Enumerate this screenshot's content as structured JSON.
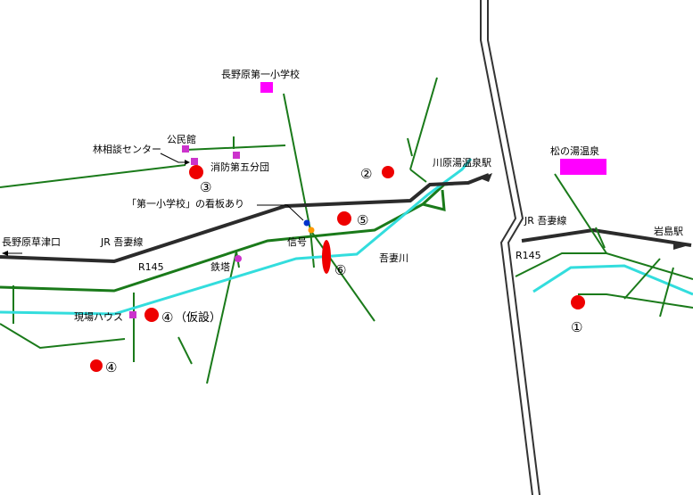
{
  "colors": {
    "road": "#1a7a1a",
    "rail": "#2b2b2b",
    "river": "#33dddd",
    "marker_red": "#ee0000",
    "facility": "#cc33cc",
    "school": "#ff00ff",
    "onsen": "#ff00ff"
  },
  "labels": {
    "school": "長野原第一小学校",
    "kominkan": "公民館",
    "forestry": "林相談センター",
    "fire": "消防第五分団",
    "signboard": "「第一小学校」の看板あり",
    "naganohara": "長野原草津口",
    "jr_west": "JR 吾妻線",
    "jr_east": "JR 吾妻線",
    "signal": "信号",
    "tower": "鉄塔",
    "r145_west": "R145",
    "r145_east": "R145",
    "river": "吾妻川",
    "site_house": "現場ハウス",
    "kawarayu": "川原湯温泉駅",
    "matsunoyu": "松の湯温泉",
    "iwashima": "岩島駅"
  },
  "markers": {
    "m1": "①",
    "m2": "②",
    "m3": "③",
    "m4": "④",
    "m4b": "④",
    "m4b_note": "（仮設）",
    "m5": "⑤",
    "m6": "⑥"
  }
}
